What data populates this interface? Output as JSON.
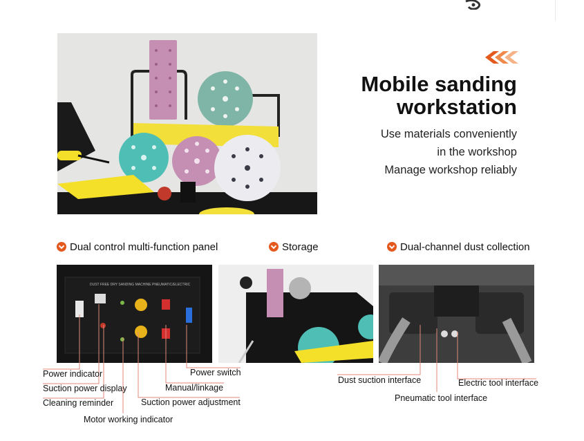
{
  "headline": {
    "line1": "Mobile sanding",
    "line2": "workstation"
  },
  "subtitle": {
    "line1": "Use materials conveniently",
    "line2": "in the workshop",
    "line3": "Manage workshop reliably"
  },
  "sections": [
    {
      "label": "Dual control multi-function panel"
    },
    {
      "label": "Storage"
    },
    {
      "label": "Dual-channel dust collection"
    }
  ],
  "panel_callouts": {
    "power_indicator": "Power indicator",
    "suction_power_display": "Suction power display",
    "cleaning_reminder": "Cleaning reminder",
    "motor_working_indicator": "Motor working indicator",
    "power_switch": "Power switch",
    "manual_linkage": "Manual/linkage",
    "suction_power_adjustment": "Suction power adjustment"
  },
  "dust_callouts": {
    "dust_suction_interface": "Dust suction interface",
    "electric_tool_interface": "Electric tool interface",
    "pneumatic_tool_interface": "Pneumatic tool interface"
  },
  "panel_printed_text": {
    "header": "DUST FREE DRY SANDING MACHINE   PNEUMATIC/ELECTRIC"
  },
  "colors": {
    "accent": "#e45a1e",
    "pink_disc": "#c58fb3",
    "teal_disc": "#4fbfb6",
    "yellow_rack": "#f2df3a",
    "callout_line": "#e08a78"
  },
  "icons": {
    "section_marker": "orange-chevron-circle-icon",
    "headline_marker": "orange-double-chevron-icon"
  }
}
